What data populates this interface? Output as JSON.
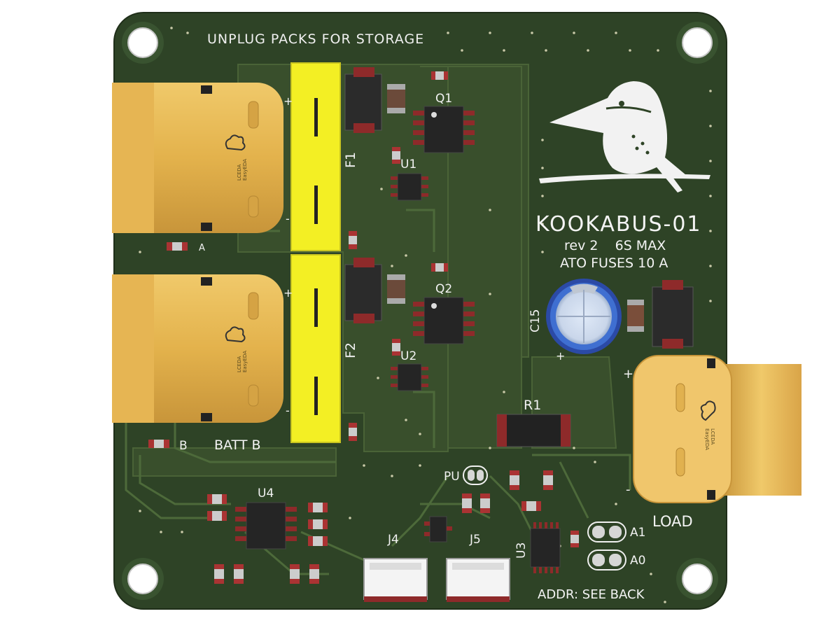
{
  "board": {
    "title": "KOOKABUS-01",
    "rev_line": "rev 2    6S MAX",
    "fuse_line": "ATO FUSES 10 A",
    "storage_note": "UNPLUG PACKS FOR STORAGE",
    "batt_b_label": "BATT B",
    "load_label": "LOAD",
    "addr_note": "ADDR: SEE BACK",
    "pcb_color": "#2f4426",
    "connector_color": "#e2b04a",
    "fuse_color": "#f2ee22"
  },
  "designators": {
    "q1": "Q1",
    "q2": "Q2",
    "u1": "U1",
    "u2": "U2",
    "u3": "U3",
    "u4": "U4",
    "f1": "F1",
    "f2": "F2",
    "c15": "C15",
    "r1": "R1",
    "j4": "J4",
    "j5": "J5",
    "pu": "PU",
    "a1": "A1",
    "a0": "A0",
    "a_mark": "A",
    "b_mark": "B"
  },
  "polarity": {
    "plus": "+",
    "minus": "-"
  },
  "connector_brand": {
    "line1": "LCEDA",
    "line2": "EasyEDA"
  },
  "icons": [
    "mounting-hole-icon",
    "kookaburra-logo-icon",
    "easyeda-cloud-icon"
  ]
}
